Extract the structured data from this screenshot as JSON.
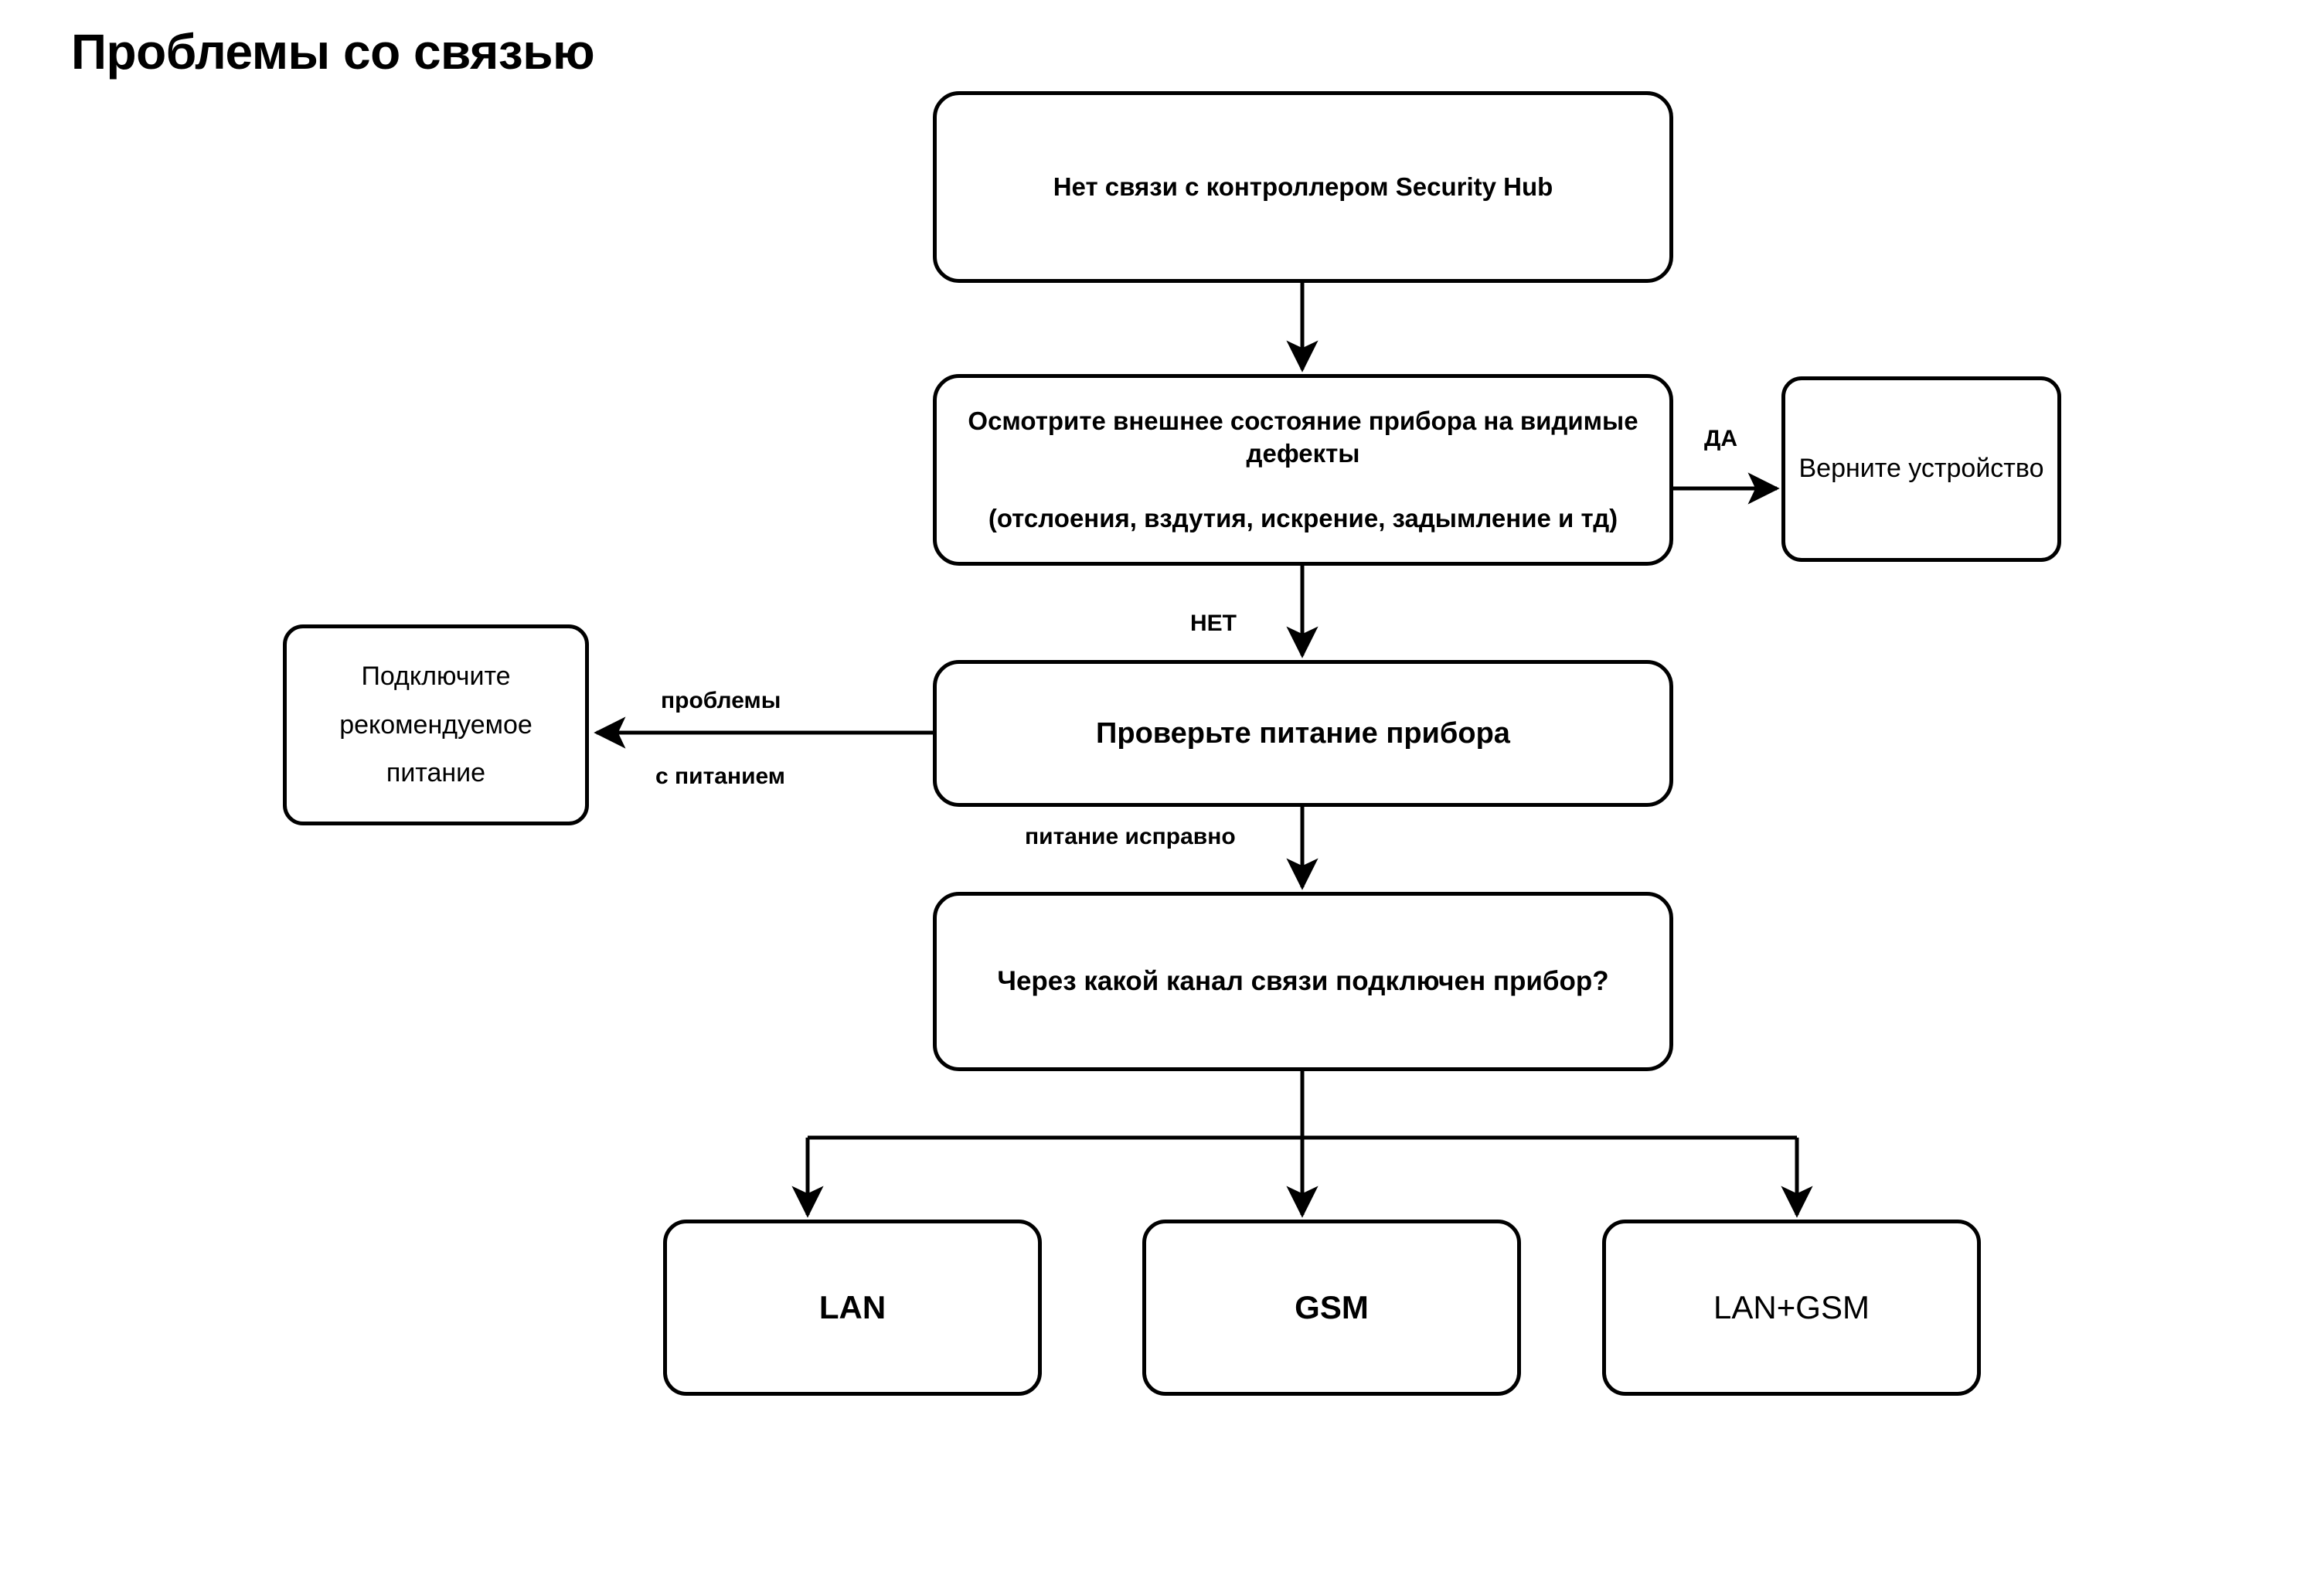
{
  "page": {
    "title": "Проблемы со связью"
  },
  "diagram": {
    "type": "flowchart",
    "nodes": [
      {
        "id": "no-connection",
        "label": "Нет связи с контроллером Security Hub"
      },
      {
        "id": "inspect",
        "label": "Осмотрите внешнее состояние прибора на видимые дефекты\n\n(отслоения, вздутия, искрение, задымление и тд)"
      },
      {
        "id": "return-device",
        "label": "Верните устройство"
      },
      {
        "id": "check-power",
        "label": "Проверьте питание  прибора"
      },
      {
        "id": "connect-power",
        "label": "Подключите\nрекомендуемое\nпитание"
      },
      {
        "id": "channel",
        "label": "Через какой канал связи подключен прибор?"
      },
      {
        "id": "lan",
        "label": "LAN"
      },
      {
        "id": "gsm",
        "label": "GSM"
      },
      {
        "id": "lan-gsm",
        "label": "LAN+GSM"
      }
    ],
    "edges": [
      {
        "from": "no-connection",
        "to": "inspect",
        "label": ""
      },
      {
        "from": "inspect",
        "to": "return-device",
        "label": "ДА"
      },
      {
        "from": "inspect",
        "to": "check-power",
        "label": "НЕТ"
      },
      {
        "from": "check-power",
        "to": "connect-power",
        "label": "проблемы с питанием"
      },
      {
        "from": "check-power",
        "to": "channel",
        "label": "питание исправно"
      },
      {
        "from": "channel",
        "to": "lan",
        "label": ""
      },
      {
        "from": "channel",
        "to": "gsm",
        "label": ""
      },
      {
        "from": "channel",
        "to": "lan-gsm",
        "label": ""
      }
    ],
    "edge_labels": {
      "yes": "ДА",
      "no": "НЕТ",
      "power_problems_line1": "проблемы",
      "power_problems_line2": "с питанием",
      "power_ok": "питание исправно"
    },
    "colors": {
      "stroke": "#000000",
      "fill": "#FFFFFF",
      "text": "#000000"
    }
  }
}
